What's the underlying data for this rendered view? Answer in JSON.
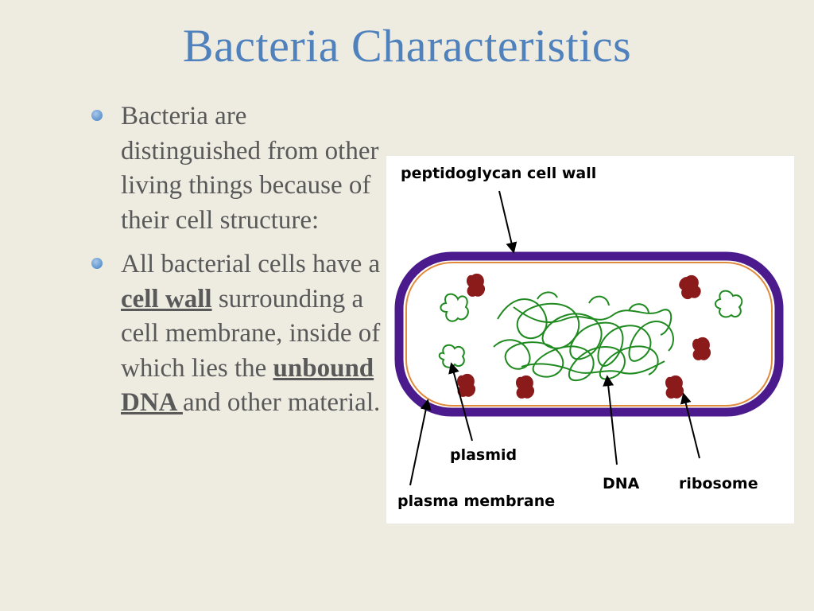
{
  "slide": {
    "title": "Bacteria Characteristics",
    "bullets": [
      {
        "parts": [
          {
            "text": "Bacteria are distinguished from other living things because of their cell structure:",
            "emphasis": false
          }
        ]
      },
      {
        "parts": [
          {
            "text": "All bacterial cells have a ",
            "emphasis": false
          },
          {
            "text": "cell wall",
            "emphasis": true
          },
          {
            "text": " surrounding a cell membrane, inside of which lies the ",
            "emphasis": false
          },
          {
            "text": "unbound DNA ",
            "emphasis": true
          },
          {
            "text": "and other material.",
            "emphasis": false
          }
        ]
      }
    ]
  },
  "diagram": {
    "labels": {
      "cell_wall": "peptidoglycan cell wall",
      "plasmid": "plasmid",
      "dna": "DNA",
      "ribosome": "ribosome",
      "plasma_membrane": "plasma membrane"
    },
    "colors": {
      "cell_wall": "#4b1a8c",
      "membrane": "#e08a3c",
      "dna": "#1f8a1f",
      "plasmid": "#1f8a1f",
      "ribosome": "#8b1a1a"
    }
  }
}
